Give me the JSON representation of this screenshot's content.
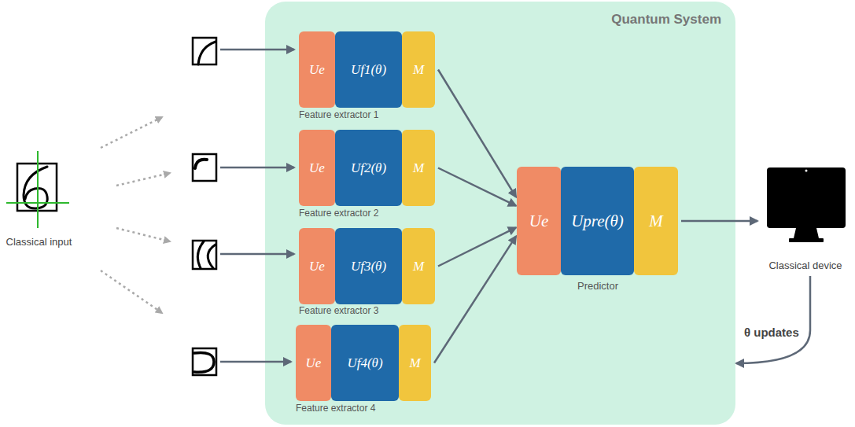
{
  "diagram": {
    "nodes": [
      {
        "text": [
          "Classical input"
        ]
      },
      {
        "text": [
          "Quantum System"
        ]
      },
      {
        "text": [
          "Ue"
        ],
        "in": 1
      },
      {
        "text": [
          "Uf1(θ)"
        ],
        "in": 1
      },
      {
        "text": [
          "M"
        ],
        "in": 1
      },
      {
        "text": [
          "Ue"
        ],
        "in": 1
      },
      {
        "text": [
          "Uf2(θ)"
        ],
        "in": 1
      },
      {
        "text": [
          "M"
        ],
        "in": 1
      },
      {
        "text": [
          "Ue"
        ],
        "in": 1
      },
      {
        "text": [
          "Uf3(θ)"
        ],
        "in": 1
      },
      {
        "text": [
          "M"
        ],
        "in": 1
      },
      {
        "text": [
          "Ue"
        ],
        "in": 1
      },
      {
        "text": [
          "Uf4(θ)"
        ],
        "in": 1
      },
      {
        "text": [
          "M"
        ],
        "in": 1
      },
      {
        "text": [
          "Ue"
        ],
        "in": 1
      },
      {
        "text": [
          "Upre(θ)"
        ],
        "in": 1
      },
      {
        "text": [
          "M"
        ],
        "in": 1
      },
      {
        "text": [
          "Classical device"
        ]
      }
    ],
    "edges": [
      {
        "from": 4,
        "to": 14,
        "arrow": "to"
      },
      {
        "from": 7,
        "to": 14,
        "arrow": "to"
      },
      {
        "from": 10,
        "to": 14,
        "arrow": "to"
      },
      {
        "from": 13,
        "to": 14,
        "arrow": "to"
      },
      {
        "from": 16,
        "to": 17,
        "arrow": "to"
      },
      {
        "from": 17,
        "to": 1,
        "label": "θ updates",
        "arrow": "to"
      }
    ],
    "labels": [
      "Feature extractor 1",
      "Feature extractor 2",
      "Feature extractor 3",
      "Feature extractor 4",
      "Predictor"
    ]
  }
}
